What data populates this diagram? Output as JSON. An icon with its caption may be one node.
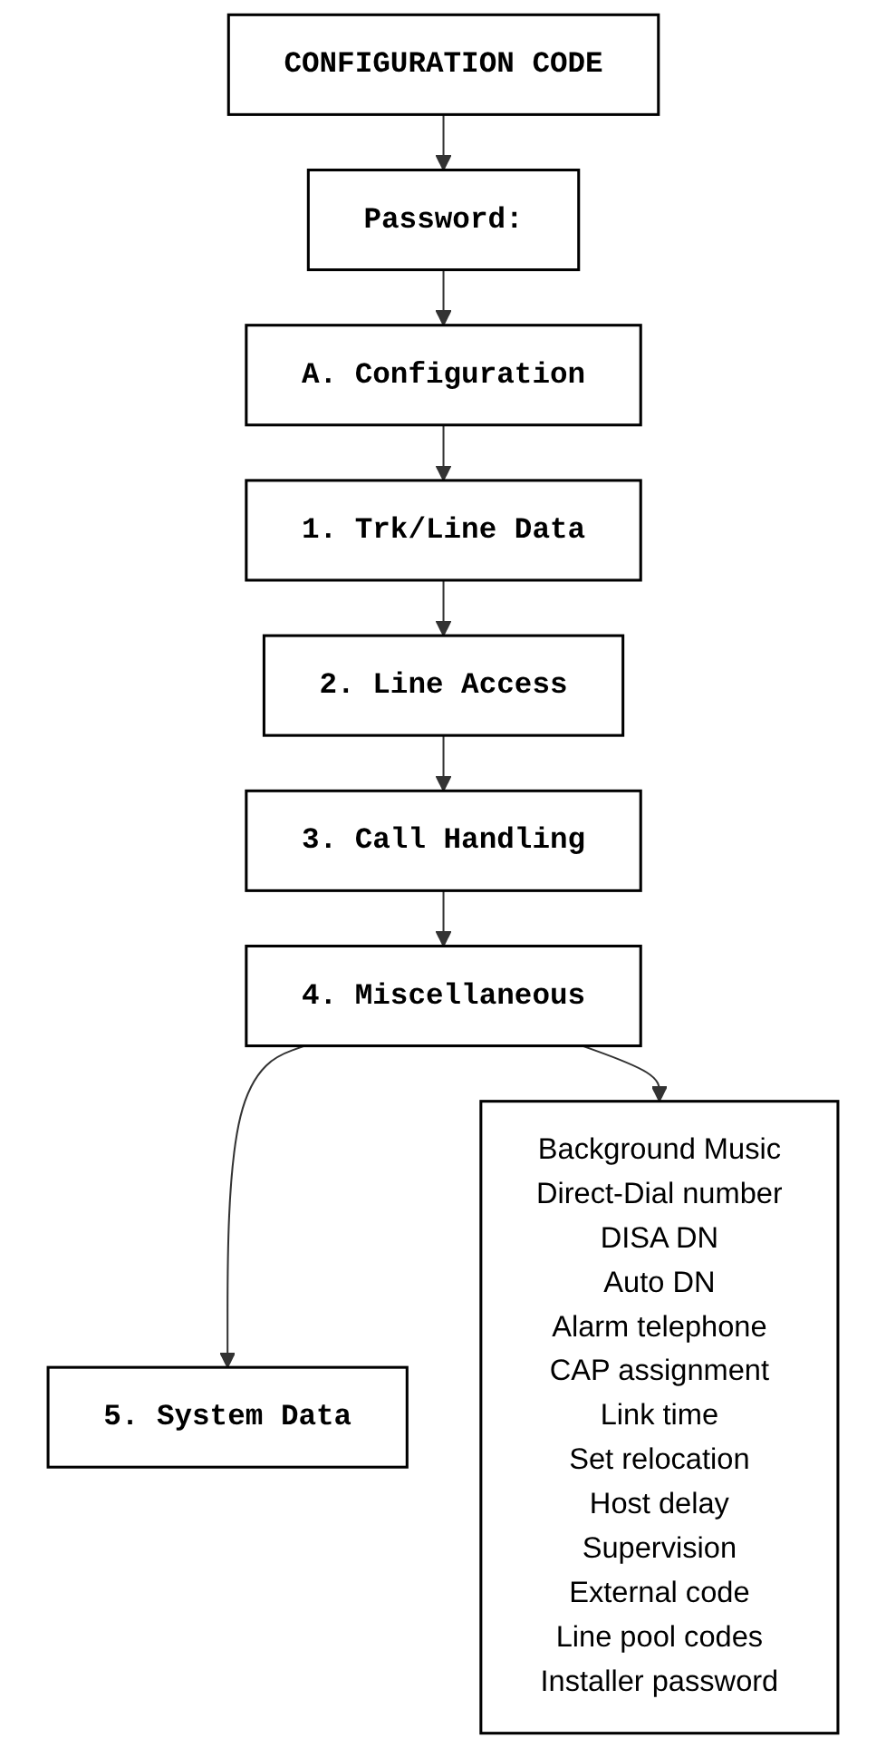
{
  "diagram": {
    "nodes": [
      {
        "text": [
          "CONFIGURATION CODE"
        ]
      },
      {
        "text": [
          "Password:"
        ]
      },
      {
        "text": [
          "A. Configuration"
        ]
      },
      {
        "text": [
          "1. Trk/Line Data"
        ]
      },
      {
        "text": [
          "2. Line Access"
        ]
      },
      {
        "text": [
          "3. Call Handling"
        ]
      },
      {
        "text": [
          "4. Miscellaneous"
        ]
      },
      {
        "text": [
          "5. System Data"
        ]
      },
      {
        "text": [
          "Background Music",
          "Direct-Dial number",
          "DISA DN",
          "Auto DN",
          "Alarm telephone",
          "CAP assignment",
          "Link time",
          "Set relocation",
          "Host delay",
          "Supervision",
          "External code",
          "Line pool codes",
          "Installer password"
        ]
      }
    ],
    "edges": [
      {
        "from": 0,
        "to": 1,
        "arrow": "to"
      },
      {
        "from": 1,
        "to": 2,
        "arrow": "to"
      },
      {
        "from": 2,
        "to": 3,
        "arrow": "to"
      },
      {
        "from": 3,
        "to": 4,
        "arrow": "to"
      },
      {
        "from": 4,
        "to": 5,
        "arrow": "to"
      },
      {
        "from": 5,
        "to": 6,
        "arrow": "to"
      },
      {
        "from": 6,
        "to": 7,
        "arrow": "to"
      },
      {
        "from": 6,
        "to": 8,
        "arrow": "to"
      }
    ]
  }
}
